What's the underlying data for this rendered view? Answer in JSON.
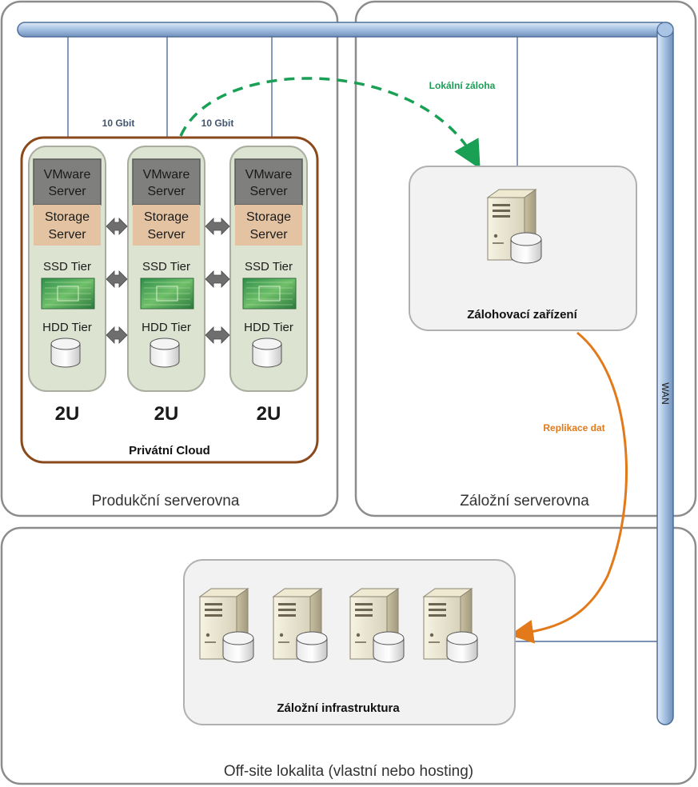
{
  "rooms": {
    "production": "Produkční serverovna",
    "backup": "Záložní serverovna",
    "offsite": "Off-site lokalita (vlastní nebo hosting)"
  },
  "cloud": {
    "title": "Privátní Cloud",
    "nodes": [
      {
        "vmware": [
          "VMware",
          "Server"
        ],
        "storage": [
          "Storage",
          "Server"
        ],
        "ssd": "SSD Tier",
        "hdd": "HDD Tier",
        "size": "2U"
      },
      {
        "vmware": [
          "VMware",
          "Server"
        ],
        "storage": [
          "Storage",
          "Server"
        ],
        "ssd": "SSD Tier",
        "hdd": "HDD Tier",
        "size": "2U"
      },
      {
        "vmware": [
          "VMware",
          "Server"
        ],
        "storage": [
          "Storage",
          "Server"
        ],
        "ssd": "SSD Tier",
        "hdd": "HDD Tier",
        "size": "2U"
      }
    ]
  },
  "links": {
    "speed_left": "10 Gbit",
    "speed_right": "10 Gbit",
    "local_backup": "Lokální záloha",
    "replication": "Replikace dat",
    "wan": "WAN"
  },
  "backup_device": {
    "label": "Zálohovací zařízení"
  },
  "backup_infra": {
    "label": "Záložní infrastruktura",
    "server_count": 4
  },
  "colors": {
    "bus": "#a9c4e4",
    "cloud_border": "#8a4a1c",
    "local_backup": "#1aa055",
    "replication": "#e27a1b",
    "storage": "#e4c3a2",
    "vmware": "#7f7f7d"
  }
}
